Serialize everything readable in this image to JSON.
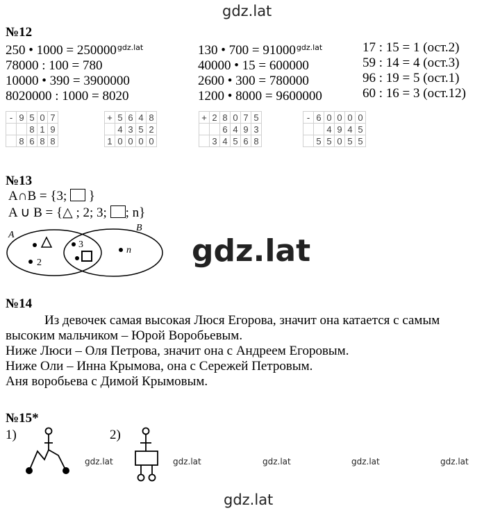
{
  "watermark": "gdz.lat",
  "task12": {
    "heading": "№12",
    "rows": [
      [
        "250 • 1000 = 250000",
        "130 • 700 = 91000",
        "17 : 15 = 1 (ост.2)"
      ],
      [
        "78000 : 100 = 780",
        "40000 • 15 = 600000",
        "59 : 14 = 4 (ост.3)"
      ],
      [
        "10000 • 390 = 3900000",
        "2600 • 300 = 780000",
        "96 : 19 = 5 (ост.1)"
      ],
      [
        "8020000 : 1000 = 8020",
        "1200 • 8000 = 9600000",
        "60 : 16 = 3 (ост.12)"
      ]
    ],
    "columns": [
      {
        "op": "-",
        "rows": [
          [
            "",
            "9",
            "5",
            "0",
            "7"
          ],
          [
            "",
            "",
            "8",
            "1",
            "9"
          ],
          [
            "",
            "8",
            "6",
            "8",
            "8"
          ]
        ]
      },
      {
        "op": "+",
        "rows": [
          [
            "",
            "5",
            "6",
            "4",
            "8"
          ],
          [
            "",
            "4",
            "3",
            "5",
            "2"
          ],
          [
            "1",
            "0",
            "0",
            "0",
            "0"
          ]
        ]
      },
      {
        "op": "+",
        "rows": [
          [
            "",
            "2",
            "8",
            "0",
            "7",
            "5"
          ],
          [
            "",
            "",
            "6",
            "4",
            "9",
            "3"
          ],
          [
            "",
            "3",
            "4",
            "5",
            "6",
            "8"
          ]
        ]
      },
      {
        "op": "-",
        "rows": [
          [
            "",
            "6",
            "0",
            "0",
            "0",
            "0"
          ],
          [
            "",
            "",
            "4",
            "9",
            "4",
            "5"
          ],
          [
            "",
            "5",
            "5",
            "0",
            "5",
            "5"
          ]
        ]
      }
    ]
  },
  "task13": {
    "heading": "№13",
    "line1_prefix": "A∩B = {3; ",
    "line1_suffix": " }",
    "line2_prefix": "A ∪ B = {",
    "line2_mid": " ; 2; 3; ",
    "line2_suffix": "; n}",
    "venn": {
      "label_a": "A",
      "label_b": "B",
      "el_2": "2",
      "el_3": "3",
      "el_n": "n"
    }
  },
  "task14": {
    "heading": "№14",
    "lines": [
      "Из девочек самая высокая Люся Егорова, значит она катается с самым",
      "высоким мальчиком – Юрой Воробьевым.",
      "Ниже Люси – Оля Петрова, значит она с Андреем Егоровым.",
      "Ниже Оли – Инна Крымова, она с Сережей Петровым.",
      "Аня воробьева с Димой Крымовым."
    ]
  },
  "task15": {
    "heading": "№15*",
    "label_1": "1)",
    "label_2": "2)"
  }
}
